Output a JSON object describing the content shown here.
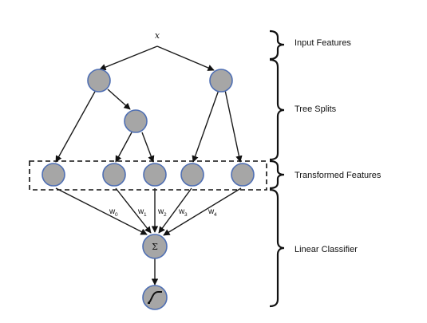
{
  "diagram": {
    "input_label": "x",
    "sum_symbol": "Σ",
    "sections": {
      "input_features": "Input Features",
      "tree_splits": "Tree Splits",
      "transformed_features": "Transformed Features",
      "linear_classifier": "Linear Classifier"
    },
    "weights": [
      {
        "base": "w",
        "sub": "0"
      },
      {
        "base": "w",
        "sub": "1"
      },
      {
        "base": "w",
        "sub": "2"
      },
      {
        "base": "w",
        "sub": "3"
      },
      {
        "base": "w",
        "sub": "4"
      }
    ],
    "icons": {
      "output": "sigmoid-icon"
    },
    "colors": {
      "node_fill": "#a6a6a6",
      "node_stroke": "#4f6fb3",
      "line": "#1a1a1a"
    }
  }
}
